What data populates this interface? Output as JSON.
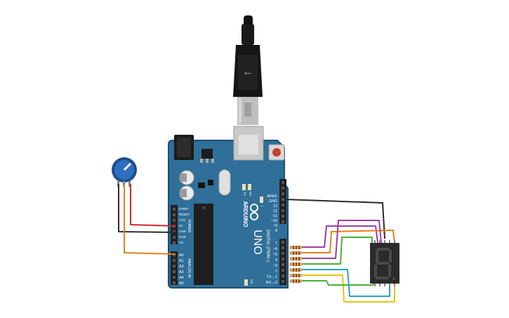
{
  "board": {
    "brand": "ARDUINO",
    "model": "UNO",
    "on_label": "ON",
    "tx_label": "TX",
    "rx_label": "RX",
    "l_label": "L",
    "digital_title": "DIGITAL (PWM~)",
    "power_title": "POWER",
    "analog_title": "ANALOG IN",
    "digital_pins_top": [
      "AREF",
      "GND",
      "13",
      "12",
      "~11",
      "~10",
      "~9",
      "8"
    ],
    "digital_pins_bottom": [
      "7",
      "~6",
      "~5",
      "4",
      "~3",
      "2",
      "TX→1",
      "RX←0"
    ],
    "power_pins": [
      "IOREF",
      "RESET",
      "3.3V",
      "5V",
      "GND",
      "GND",
      "Vin"
    ],
    "analog_pins": [
      "A0",
      "A1",
      "A2",
      "A3",
      "A4",
      "A5"
    ]
  },
  "colors": {
    "board": "#2f6f99",
    "board_edge": "#1d4f73",
    "header": "#222222",
    "chip": "#1e1e1e",
    "usb": "#111111",
    "resistor": "#d9a86a",
    "display": "#2b2b2b",
    "segment": "#4a4a4a",
    "pot": "#2e6fc0",
    "wire_black": "#2a2a2a",
    "wire_red": "#d62728",
    "wire_orange": "#e8801a",
    "wire_purple": "#9b3fa6",
    "wire_green": "#47b233",
    "wire_blue": "#2a9fd6",
    "wire_yellow": "#e6c619"
  }
}
